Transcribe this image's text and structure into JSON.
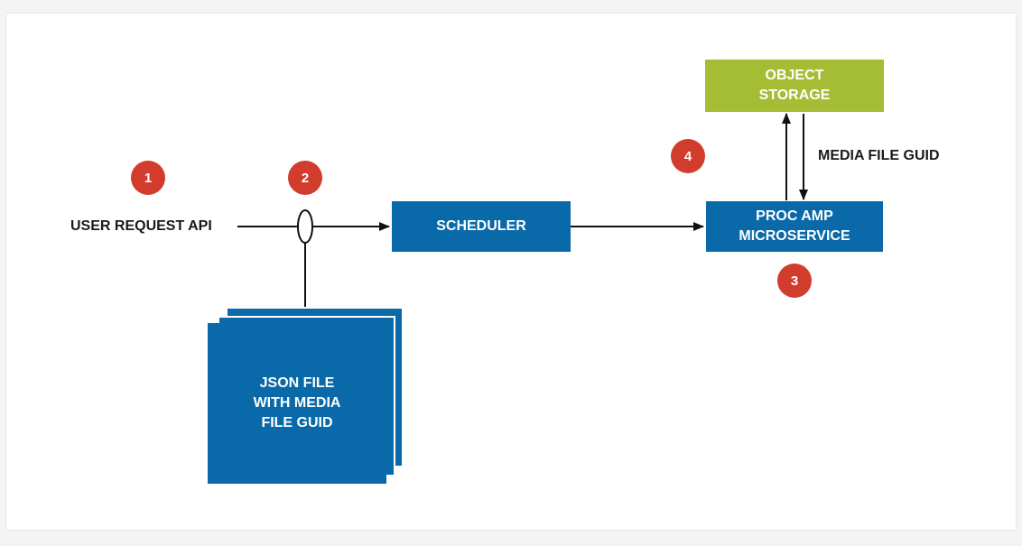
{
  "labels": {
    "user_request_api": "USER REQUEST API",
    "media_file_guid": "MEDIA FILE GUID"
  },
  "boxes": {
    "scheduler": "SCHEDULER",
    "proc_amp": "PROC AMP\nMICROSERVICE",
    "object_storage": "OBJECT\nSTORAGE",
    "json_file": "JSON FILE\nWITH MEDIA\nFILE GUID"
  },
  "badges": [
    "1",
    "2",
    "3",
    "4"
  ],
  "colors": {
    "blue": "#0a69a8",
    "green": "#a5bd35",
    "badge_red": "#d13c2d",
    "line": "#111111"
  }
}
